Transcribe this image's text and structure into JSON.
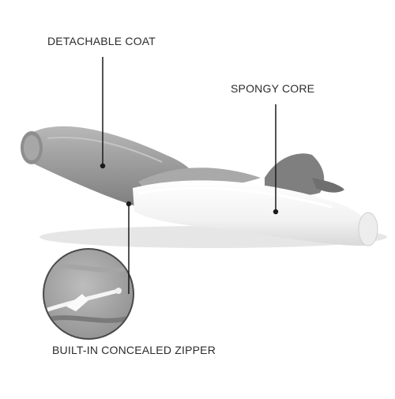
{
  "product_image": {
    "callouts": {
      "detachable_coat": "DETACHABLE COAT",
      "spongy_core": "SPONGY CORE",
      "zipper": "BUILT-IN CONCEALED ZIPPER"
    },
    "colors": {
      "background": "#ffffff",
      "velvet_cover": "#9a9a9a",
      "foam_core": "#f4f4f4",
      "leader_line": "#1a1a1a",
      "label_text": "#2b2b2b"
    }
  }
}
